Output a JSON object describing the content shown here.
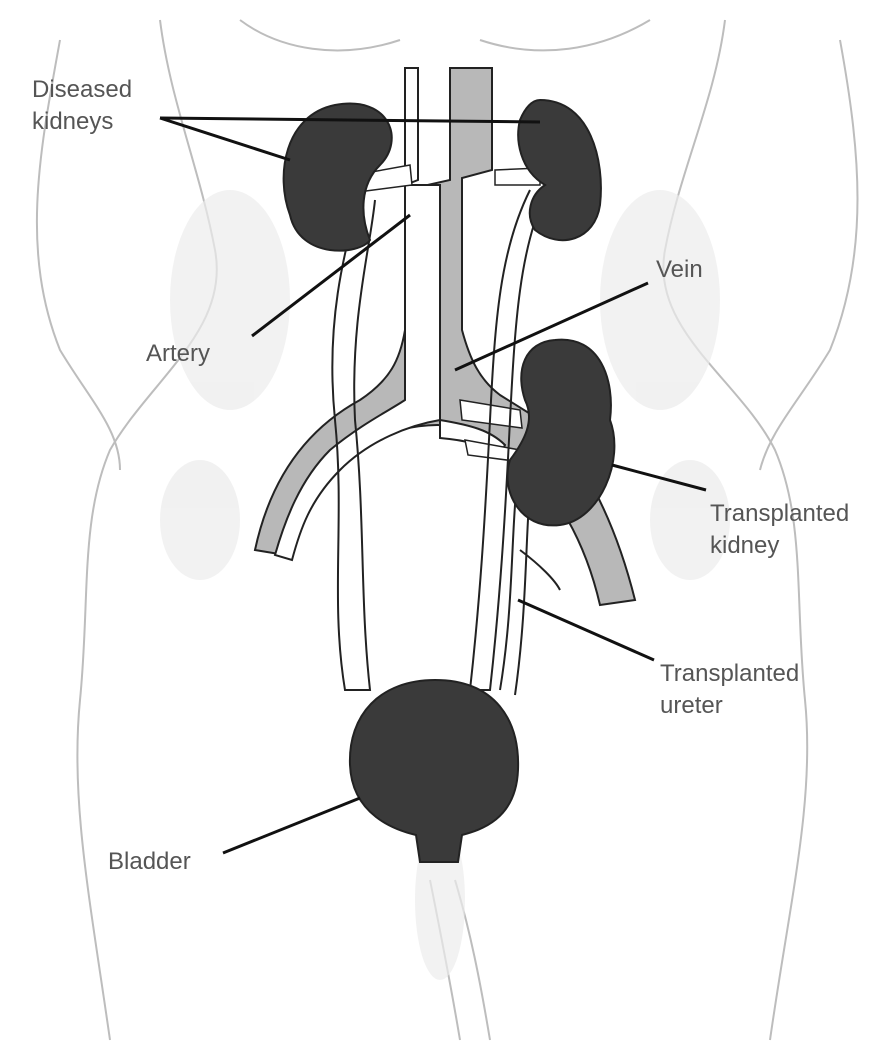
{
  "labels": {
    "diseased_kidneys_1": "Diseased",
    "diseased_kidneys_2": "kidneys",
    "vein": "Vein",
    "artery": "Artery",
    "transplanted_kidney_1": "Transplanted",
    "transplanted_kidney_2": "kidney",
    "transplanted_ureter_1": "Transplanted",
    "transplanted_ureter_2": "ureter",
    "bladder": "Bladder"
  },
  "colors": {
    "organ": "#3a3a3a",
    "vessel": "#b8b8b8",
    "outline": "#222222",
    "body_outline": "#bdbdbd",
    "shading": "#e6e6e6",
    "label_text": "#555555"
  }
}
